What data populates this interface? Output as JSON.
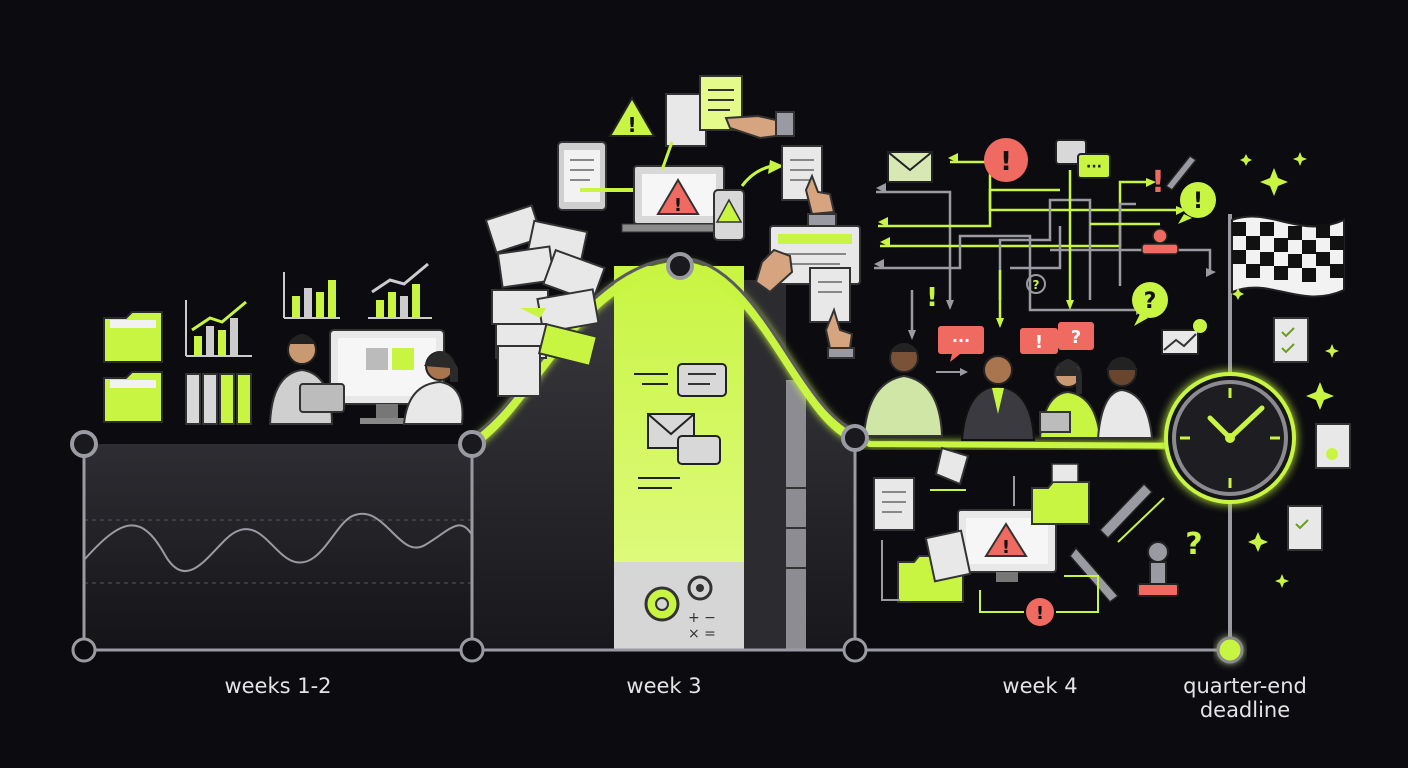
{
  "timeline": {
    "phases": [
      {
        "id": "weeks-1-2",
        "label": "weeks 1-2"
      },
      {
        "id": "week-3",
        "label": "week 3"
      },
      {
        "id": "week-4",
        "label": "week 4"
      },
      {
        "id": "deadline",
        "label_line1": "quarter-end",
        "label_line2": "deadline"
      }
    ]
  },
  "colors": {
    "background": "#0c0c10",
    "accent": "#c8f542",
    "alert": "#ef6b62",
    "line": "#9a9aa2",
    "panel": "#2a2a30"
  },
  "icons": [
    "folder-icon",
    "binder-icon",
    "bar-chart-icon",
    "people-icon",
    "monitor-icon",
    "document-stack-icon",
    "warning-icon",
    "laptop-icon",
    "tablet-icon",
    "phone-icon",
    "hand-pointer-icon",
    "chat-bubble-icon",
    "envelope-icon",
    "gears-icon",
    "calculator-icon",
    "alert-icon",
    "question-icon",
    "pen-icon",
    "stamp-icon",
    "clock-icon",
    "checkered-flag-icon",
    "sparkle-icon",
    "checklist-icon",
    "certificate-icon"
  ]
}
